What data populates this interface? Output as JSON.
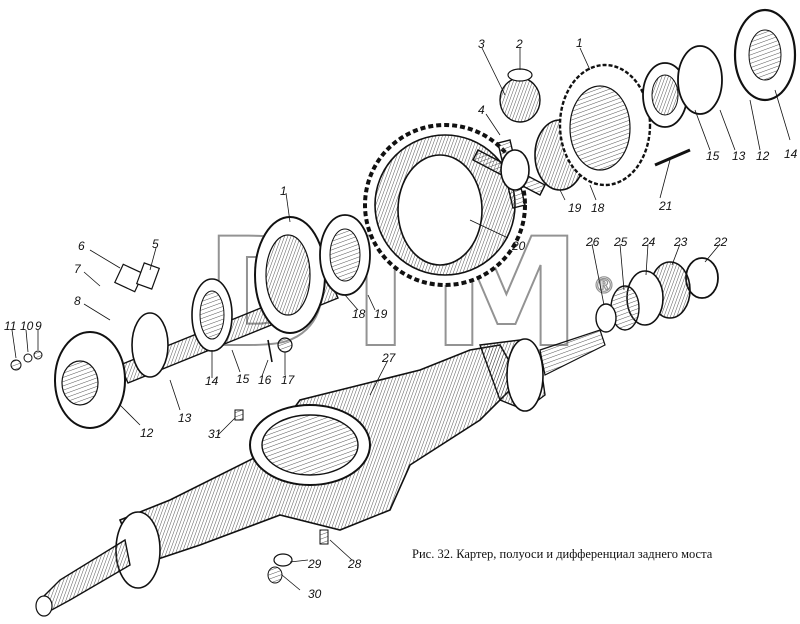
{
  "caption": "Рис. 32. Картер, полуоси и дифференциал заднего моста",
  "watermark": {
    "text": "DTM",
    "symbol": "®"
  },
  "labels": [
    "1",
    "1",
    "2",
    "3",
    "4",
    "5",
    "6",
    "7",
    "8",
    "9",
    "10",
    "11",
    "12",
    "12",
    "13",
    "13",
    "14",
    "14",
    "15",
    "15",
    "16",
    "17",
    "18",
    "18",
    "19",
    "19",
    "20",
    "21",
    "22",
    "23",
    "24",
    "25",
    "26",
    "27",
    "28",
    "29",
    "30",
    "31"
  ]
}
